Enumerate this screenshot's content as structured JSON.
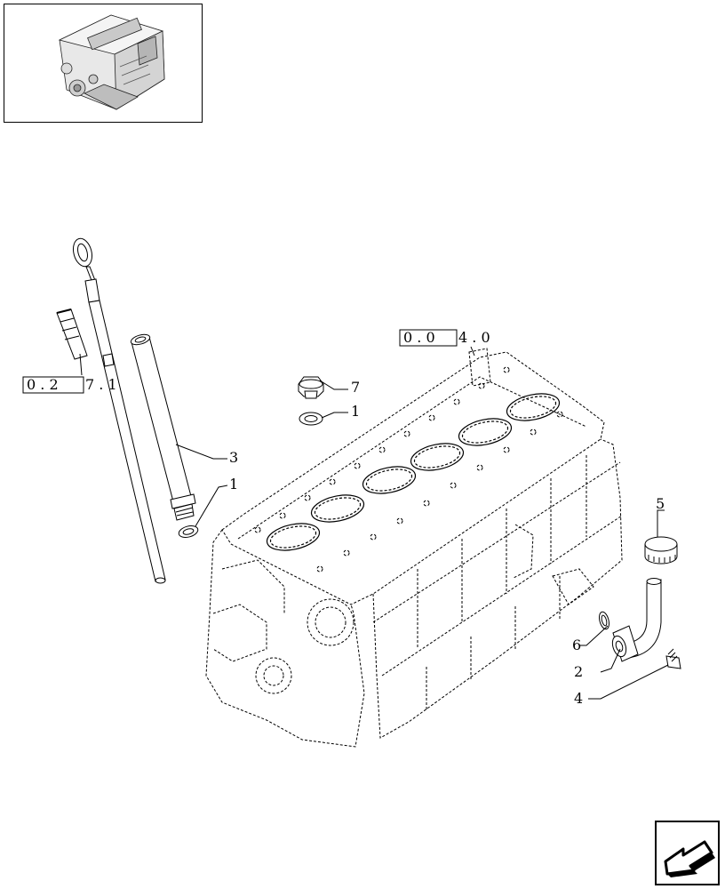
{
  "thumbnail": {
    "icon": "engine-thumbnail-icon"
  },
  "references": [
    {
      "boxed": "0 . 2",
      "rest": "7 . 1"
    },
    {
      "boxed": "0 . 0",
      "rest": "4 . 0"
    }
  ],
  "callouts": {
    "plug": "7",
    "washer_top": "1",
    "tube": "3",
    "washer_tube": "1",
    "cap": "5",
    "oring": "6",
    "pipe": "2",
    "screw": "4"
  },
  "nav": {
    "icon": "previous-page-arrow-icon"
  }
}
